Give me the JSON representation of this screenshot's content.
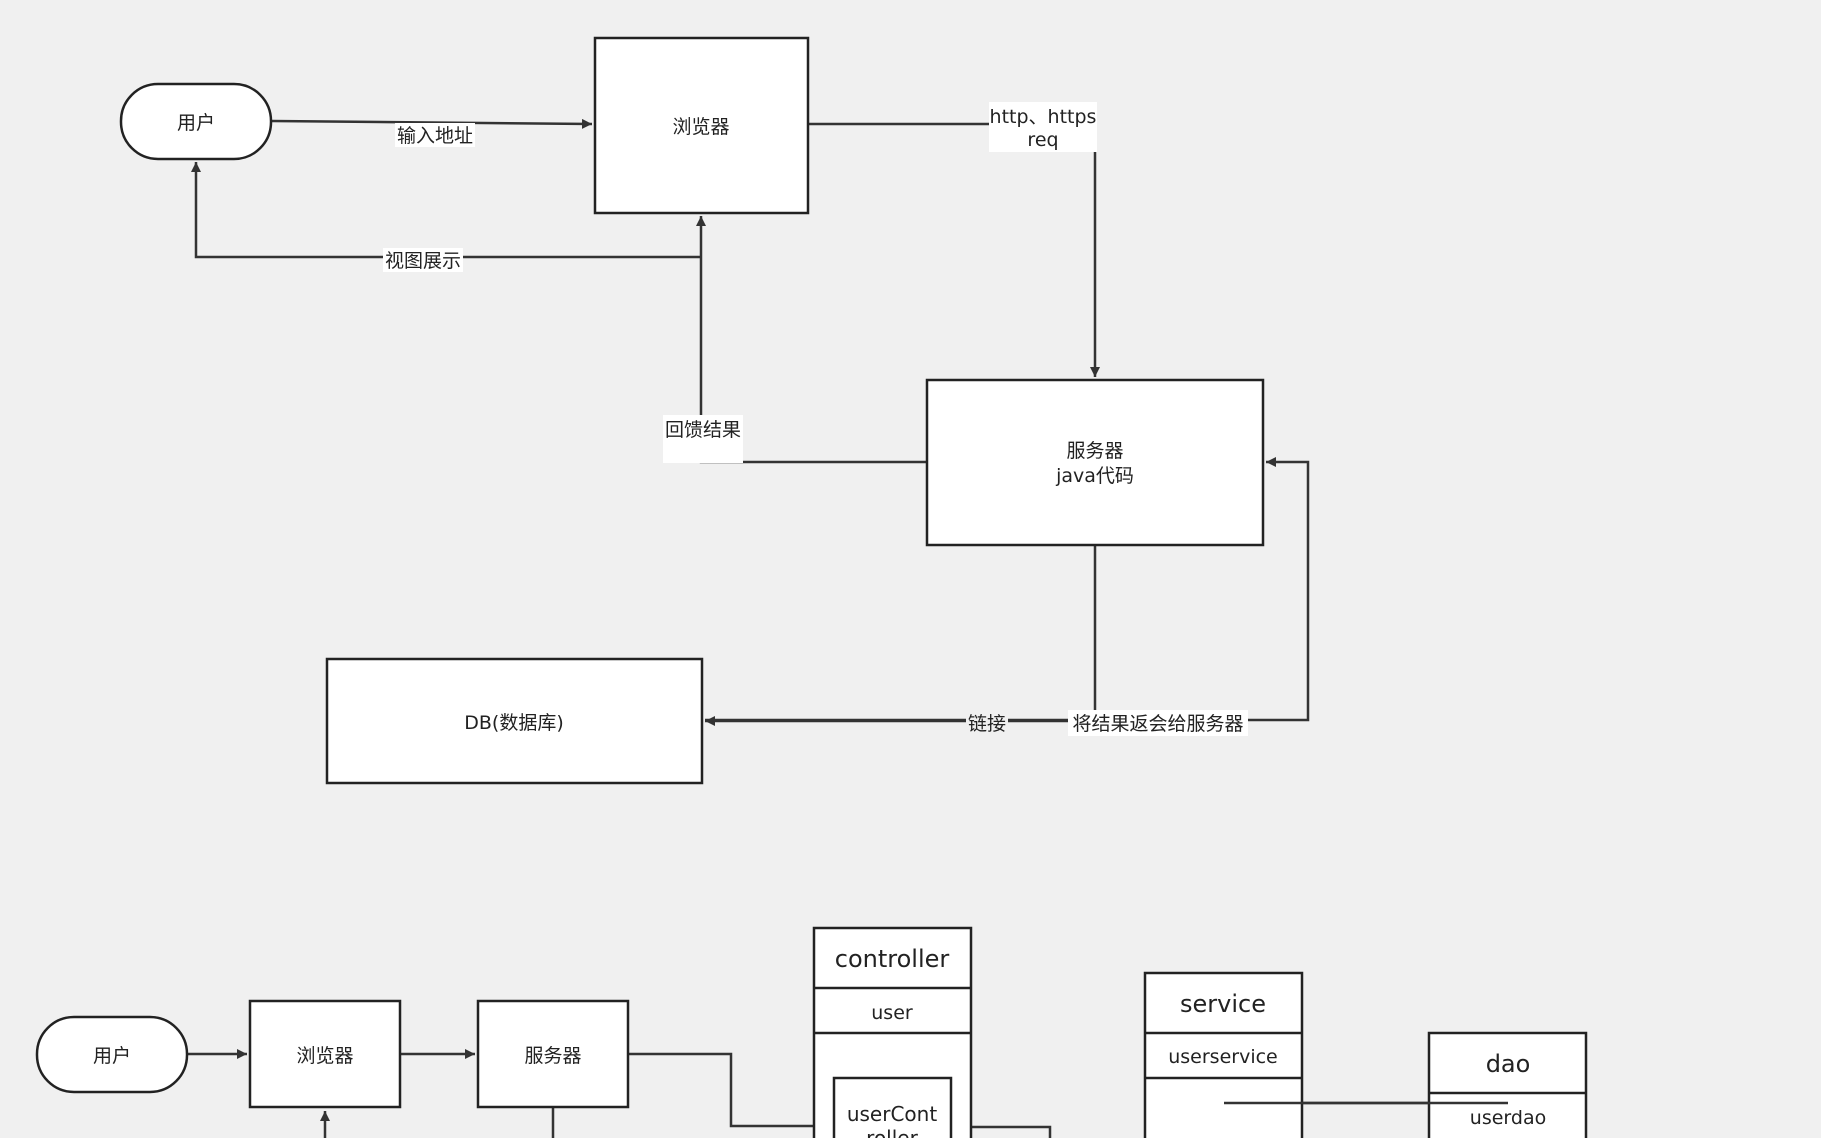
{
  "diagram1": {
    "user": "用户",
    "browser": "浏览器",
    "server_line1": "服务器",
    "server_line2": "java代码",
    "db": "DB(数据库)",
    "edge_input": "输入地址",
    "edge_view": "视图展示",
    "edge_http_line1": "http、https",
    "edge_http_line2": "req",
    "edge_feedback": "回馈结果",
    "edge_link": "链接",
    "edge_return": "将结果返会给服务器"
  },
  "diagram2": {
    "user": "用户",
    "browser": "浏览器",
    "server": "服务器",
    "controller_title": "controller",
    "controller_item": "user",
    "controller_inner_line1": "userCont",
    "controller_inner_line2": "roller",
    "service_title": "service",
    "service_item": "userservice",
    "dao_title": "dao",
    "dao_item": "userdao"
  }
}
